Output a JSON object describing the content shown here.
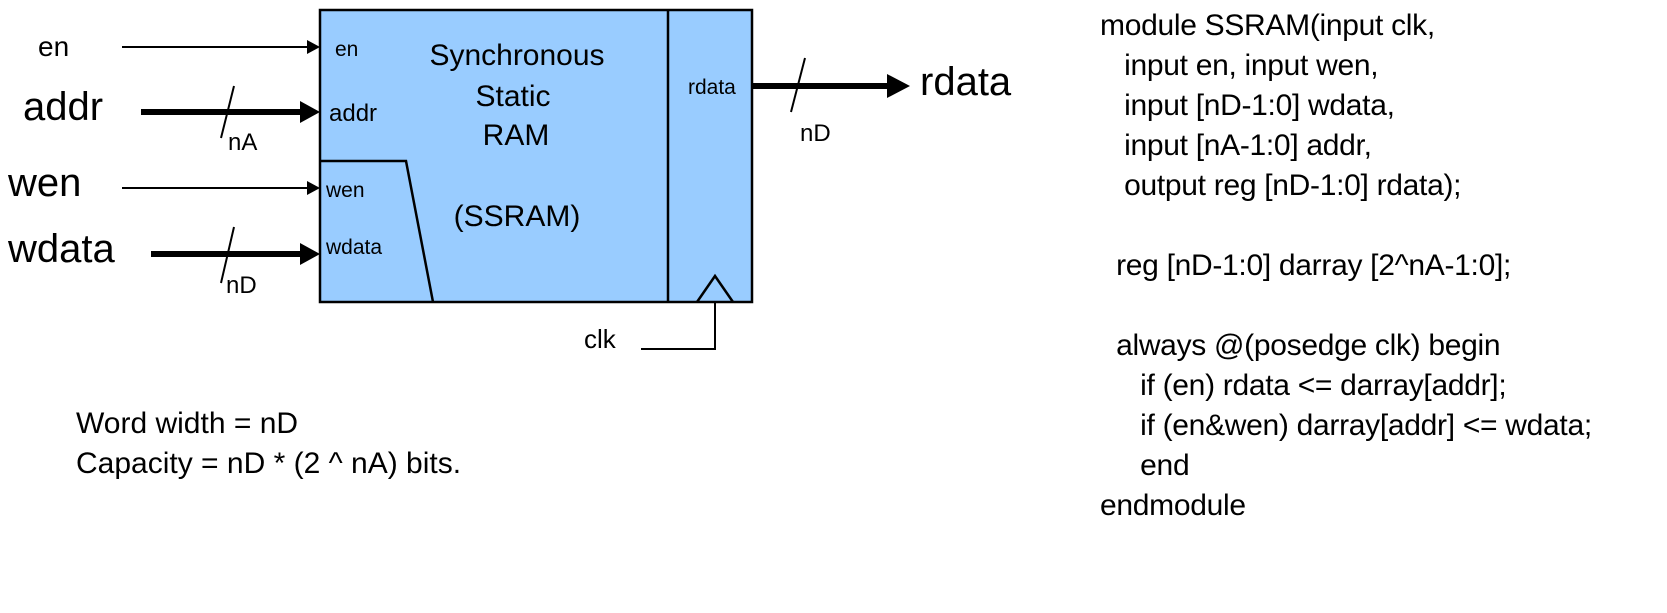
{
  "colors": {
    "block_fill": "#99ccff",
    "stroke": "#000000",
    "background": "#ffffff"
  },
  "inputs": {
    "en": "en",
    "addr": "addr",
    "wen": "wen",
    "wdata": "wdata",
    "addr_width": "nA",
    "wdata_width": "nD"
  },
  "block": {
    "title_line1": "Synchronous",
    "title_line2": "Static",
    "title_line3": "RAM",
    "abbrev": "(SSRAM)",
    "port_en": "en",
    "port_addr": "addr",
    "port_wen": "wen",
    "port_wdata": "wdata",
    "port_rdata": "rdata"
  },
  "outputs": {
    "rdata": "rdata",
    "rdata_width": "nD"
  },
  "clock": {
    "label": "clk"
  },
  "notes": {
    "line1": "Word width = nD",
    "line2": "Capacity = nD * (2 ^ nA) bits."
  },
  "code": {
    "lines": [
      "module SSRAM(input clk,",
      "   input en, input wen,",
      "   input [nD-1:0] wdata,",
      "   input [nA-1:0] addr,",
      "   output reg [nD-1:0] rdata);",
      "",
      "  reg [nD-1:0] darray [2^nA-1:0];",
      "",
      "  always @(posedge clk) begin",
      "     if (en) rdata <= darray[addr];",
      "     if (en&wen) darray[addr] <= wdata;",
      "     end",
      "endmodule"
    ]
  }
}
